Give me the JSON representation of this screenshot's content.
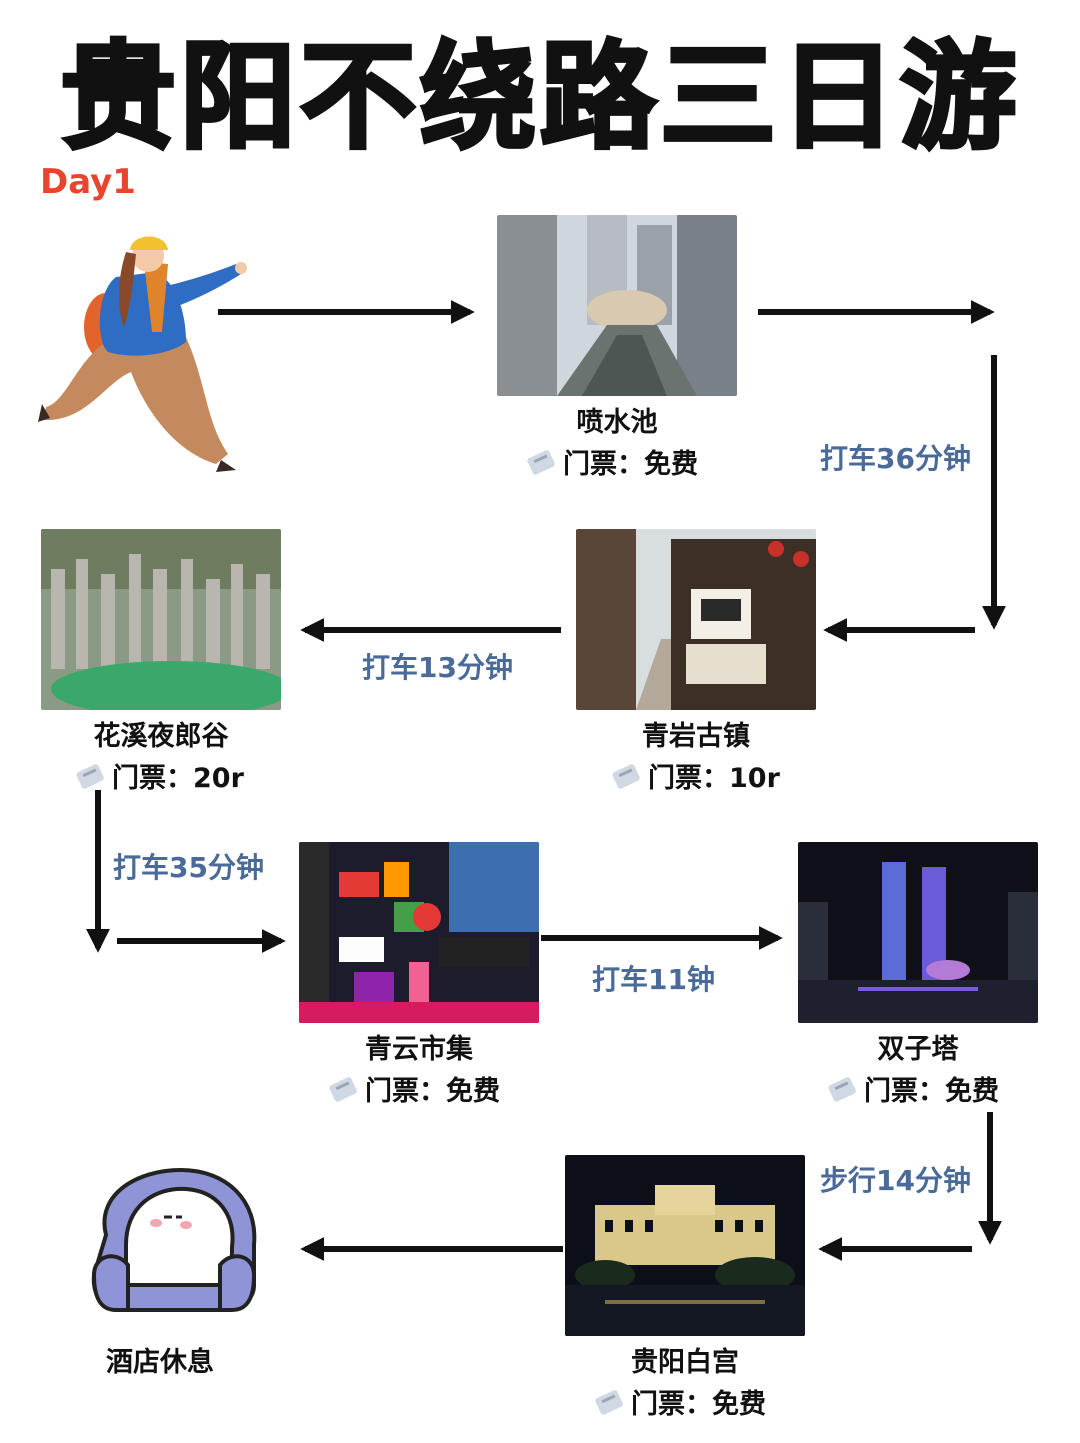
{
  "title": "贵阳不绕路三日游",
  "day_label": "Day1",
  "colors": {
    "day": "#e8452e",
    "ride": "#4a6a99"
  },
  "spots": [
    {
      "id": "penshuichi",
      "name": "喷水池",
      "ticket": "门票：免费"
    },
    {
      "id": "qingyan",
      "name": "青岩古镇",
      "ticket": "门票：10r"
    },
    {
      "id": "huaxi",
      "name": "花溪夜郎谷",
      "ticket": "门票：20r"
    },
    {
      "id": "qingyun",
      "name": "青云市集",
      "ticket": "门票：免费"
    },
    {
      "id": "shuangzita",
      "name": "双子塔",
      "ticket": "门票：免费"
    },
    {
      "id": "baigong",
      "name": "贵阳白宫",
      "ticket": "门票：免费"
    }
  ],
  "routes": [
    {
      "text": "打车36分钟"
    },
    {
      "text": "打车13分钟"
    },
    {
      "text": "打车35分钟"
    },
    {
      "text": "打车11钟"
    },
    {
      "text": "步行14分钟"
    }
  ],
  "end_label": "酒店休息",
  "icons": [
    "traveler-illustration",
    "ticket-icon",
    "sofa-mascot-illustration"
  ]
}
